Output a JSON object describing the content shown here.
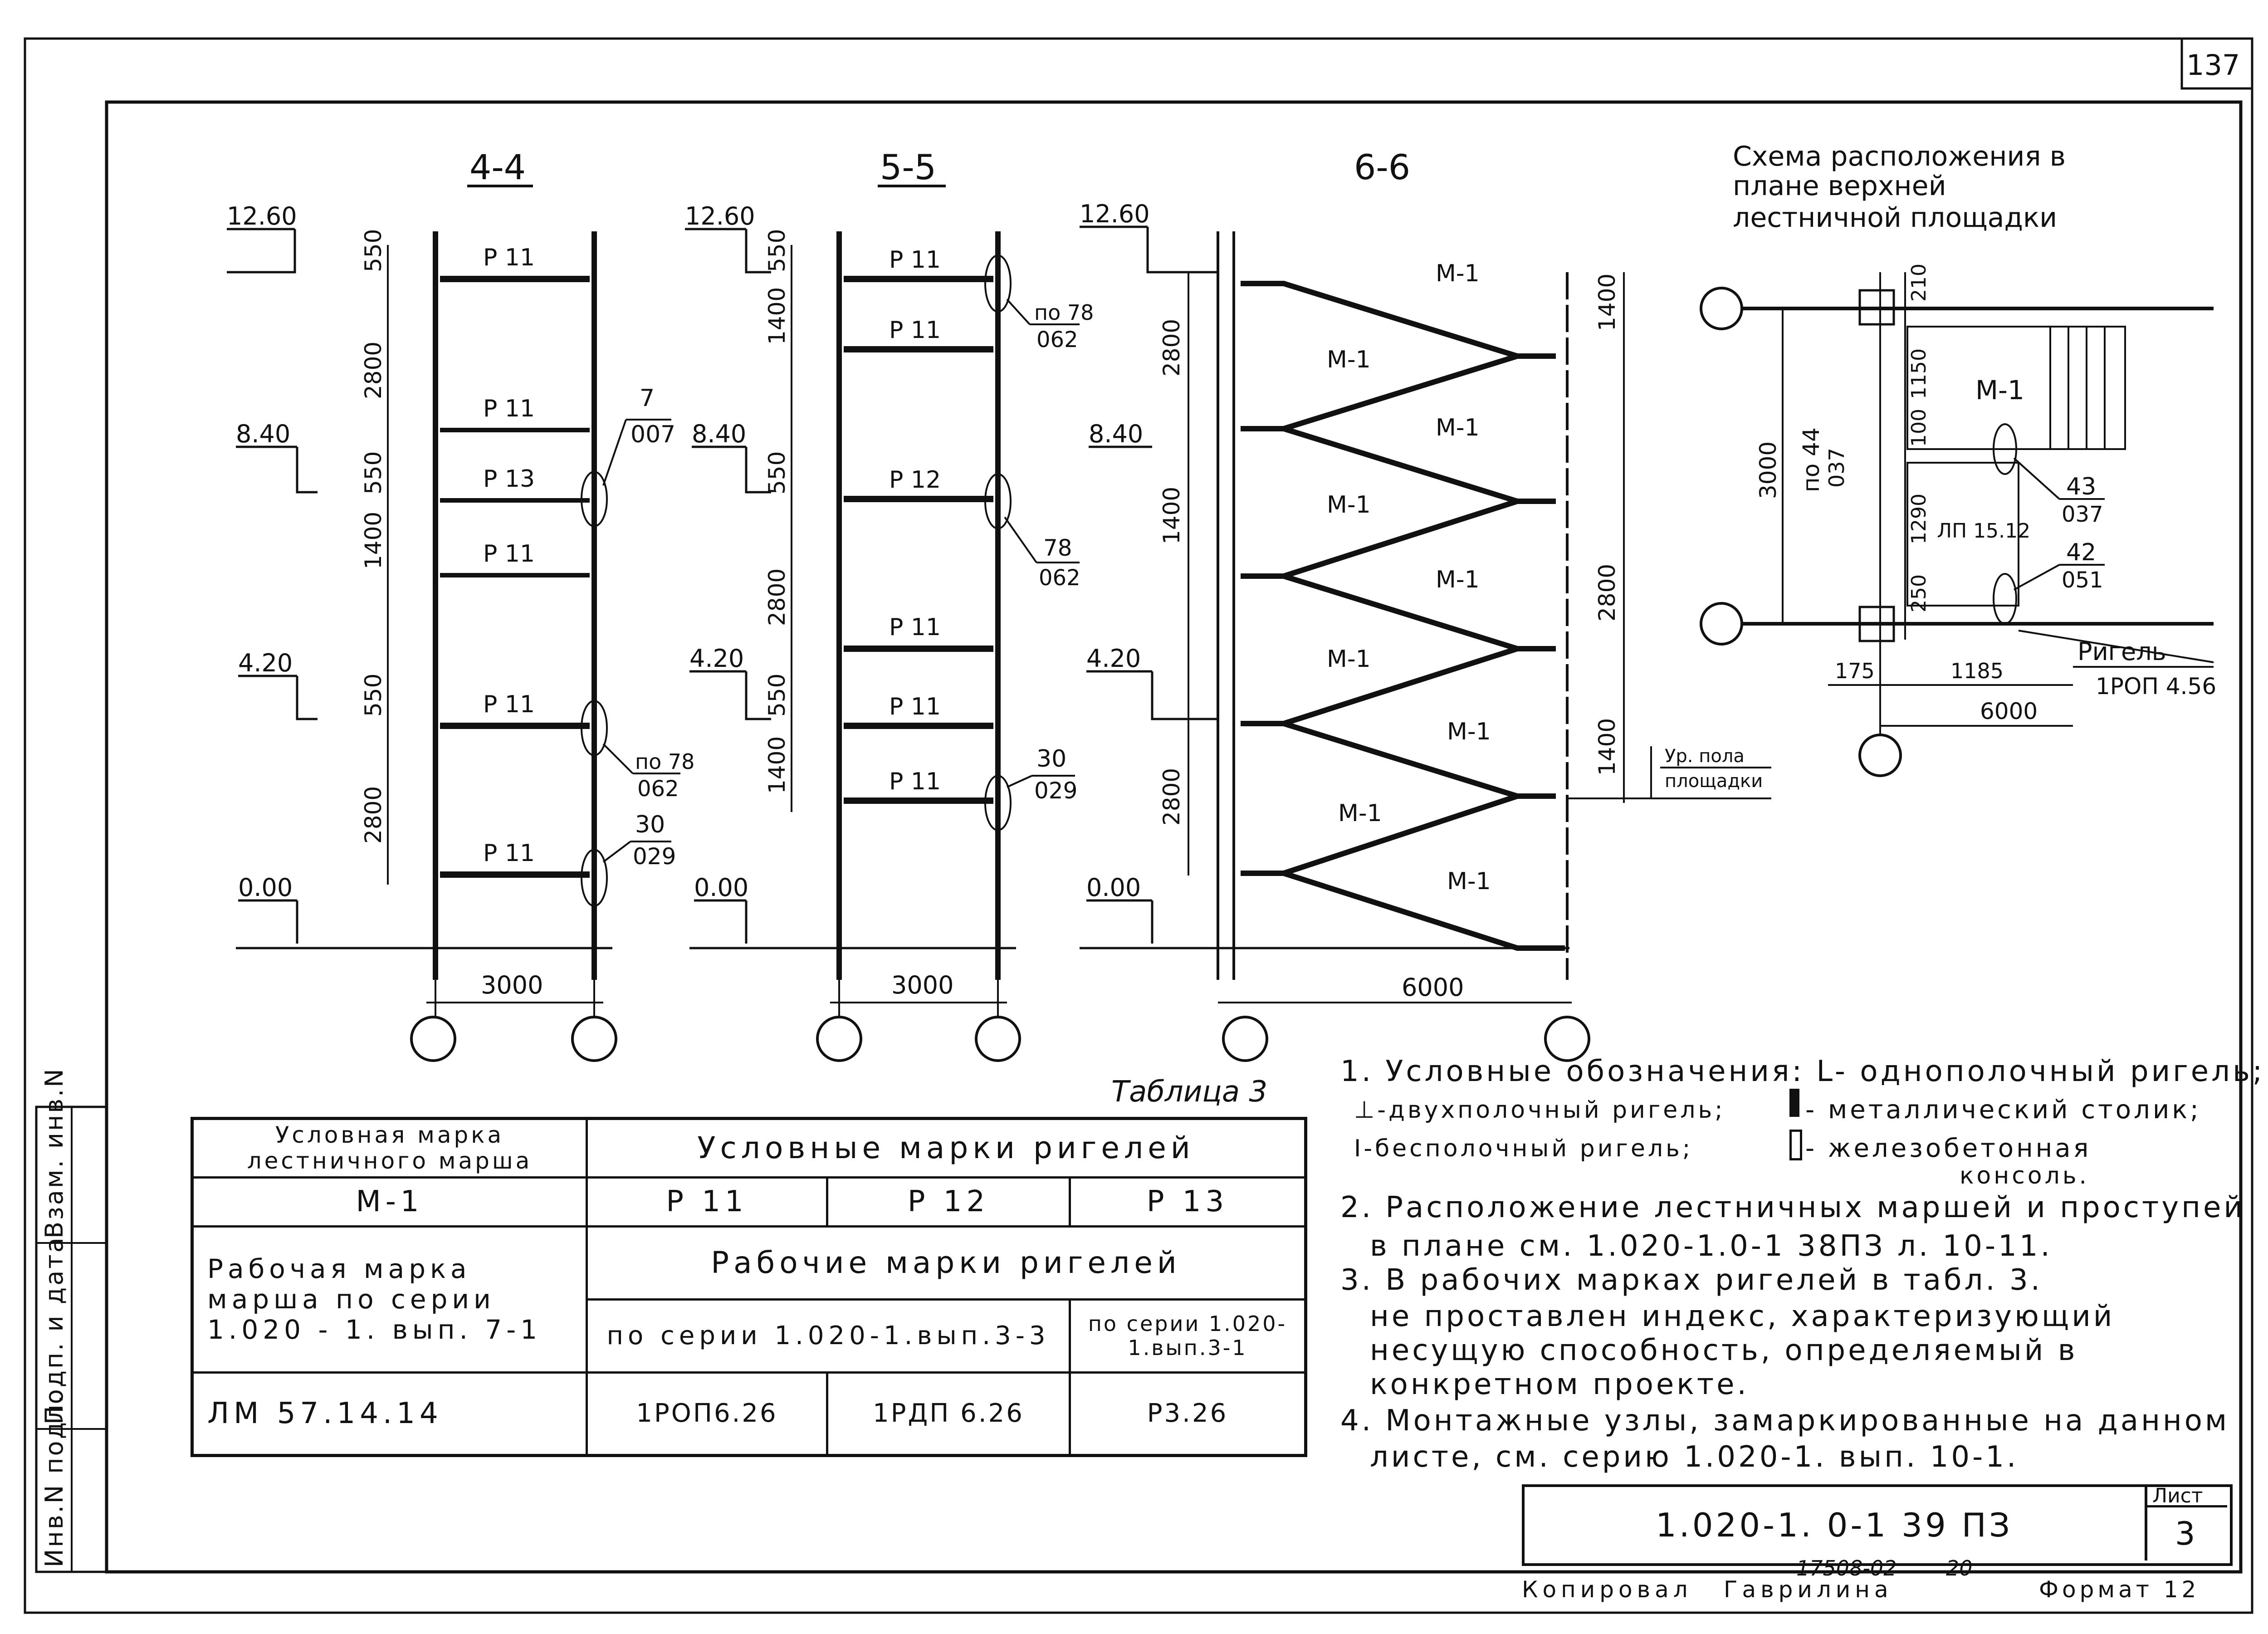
{
  "sheet_number_corner": "137",
  "sections": {
    "s44": {
      "title": "4-4"
    },
    "s55": {
      "title": "5-5"
    },
    "s66": {
      "title": "6-6"
    }
  },
  "levels": {
    "l1260": "12.60",
    "l840": "8.40",
    "l420": "4.20",
    "l000": "0.00"
  },
  "dims": {
    "d550": "550",
    "d2800": "2800",
    "d1400": "1400",
    "d3000": "3000",
    "d6000": "6000"
  },
  "beams": {
    "p11": "Р 11",
    "p12": "Р 12",
    "p13": "Р 13"
  },
  "callouts": {
    "c7_top": "7",
    "c7_bot": "007",
    "c78_top": "по 78",
    "c78_bot": "062",
    "c78b_top": "78",
    "c78b_bot": "062",
    "c30_top": "30",
    "c30_bot": "029"
  },
  "flight_mark": "М-1",
  "landing_level_label": {
    "line1": "Ур. пола",
    "line2": "площадки"
  },
  "plan": {
    "title_line1": "Схема расположения в",
    "title_line2": "плане   верхней",
    "title_line3": "лестничной  площадки",
    "d210": "210",
    "d1150": "1150",
    "d100": "100",
    "d1290": "1290",
    "d250": "250",
    "d3000": "3000",
    "d175": "175",
    "d1185": "1185",
    "d6000": "6000",
    "po44": "по 44",
    "po44_bot": "037",
    "m1": "М-1",
    "lp": "ЛП 15.12",
    "c43": "43",
    "c43b": "037",
    "c42": "42",
    "c42b": "051",
    "rigel": "Ригель",
    "rigel_mark": "1РОП 4.56"
  },
  "table": {
    "caption": "Таблица 3",
    "h1": "Условная марка лестничного марша",
    "h2": "Условные марки ригелей",
    "m1": "М-1",
    "p11": "Р 11",
    "p12": "Р 12",
    "p13": "Р 13",
    "work_flight": "Рабочая марка марша по серии 1.020 - 1. вып. 7-1",
    "work_beams": "Рабочие марки ригелей",
    "series33": "по серии 1.020-1.вып.3-3",
    "series31": "по серии 1.020-1.вып.3-1",
    "lm": "ЛМ 57.14.14",
    "r1": "1РОП6.26",
    "r2": "1РДП 6.26",
    "r3": "Р3.26"
  },
  "notes": {
    "n1a": "1. Условные обозначения: L- однополочный ригель;",
    "n1b": "⊥-двухполочный ригель;",
    "n1c": "- металлический столик;",
    "n1d": "I-бесполочный ригель;",
    "n1e": "- железобетонная",
    "n1f": "консоль.",
    "n2a": "2. Расположение лестничных маршей и проступей",
    "n2b": "в плане см. 1.020-1.0-1 38ПЗ л. 10-11.",
    "n3a": "3. В рабочих марках ригелей в табл. 3.",
    "n3b": "не проставлен индекс, характеризующий",
    "n3c": "несущую способность, определяемый в",
    "n3d": "конкретном проекте.",
    "n4a": "4. Монтажные узлы, замаркированные на данном",
    "n4b": "листе, см. серию 1.020-1. вып. 10-1."
  },
  "stamp": {
    "code": "1.020-1. 0-1 39 ПЗ",
    "sheet_label": "Лист",
    "sheet_no": "3"
  },
  "sidebar": {
    "s1": "Инв.N подл.",
    "s2": "Подп. и дата",
    "s3": "Взам. инв.N"
  },
  "footer": {
    "copied": "Копировал",
    "name": "Гаврилина",
    "order": "17508-02",
    "num": "20",
    "format": "Формат 12"
  }
}
